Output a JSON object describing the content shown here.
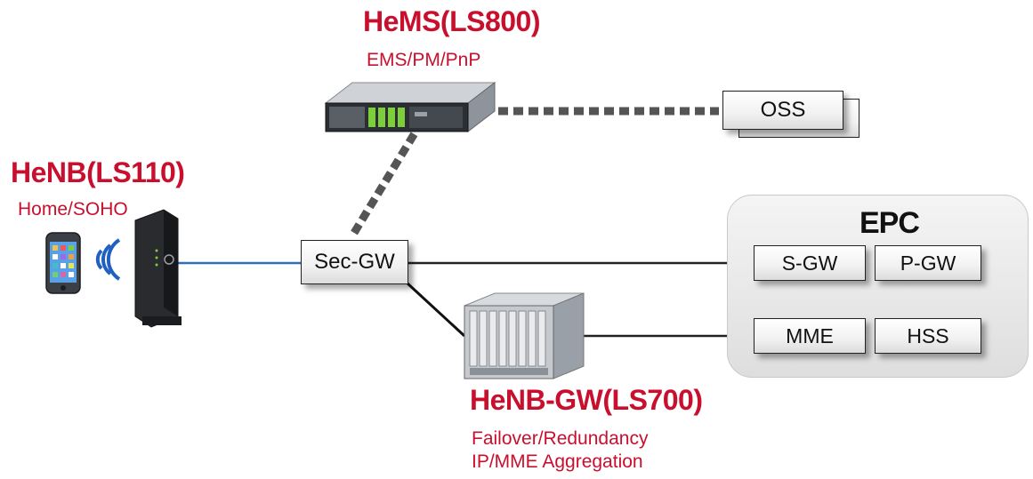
{
  "nodes": {
    "hems": {
      "title": "HeMS(LS800)",
      "subtitle": "EMS/PM/PnP"
    },
    "henb": {
      "title": "HeNB(LS110)",
      "subtitle": "Home/SOHO"
    },
    "henb_gw": {
      "title": "HeNB-GW(LS700)",
      "subtitle_1": "Failover/Redundancy",
      "subtitle_2": "IP/MME Aggregation"
    },
    "oss": {
      "label": "OSS"
    },
    "sec_gw": {
      "label": "Sec-GW"
    }
  },
  "epc": {
    "title": "EPC",
    "elements": {
      "s_gw": "S-GW",
      "p_gw": "P-GW",
      "mme": "MME",
      "hss": "HSS"
    }
  },
  "colors": {
    "accent_red": "#c8102e",
    "link_blue": "#2f6fb5",
    "link_dark": "#222222",
    "dotted_gray": "#555555"
  }
}
